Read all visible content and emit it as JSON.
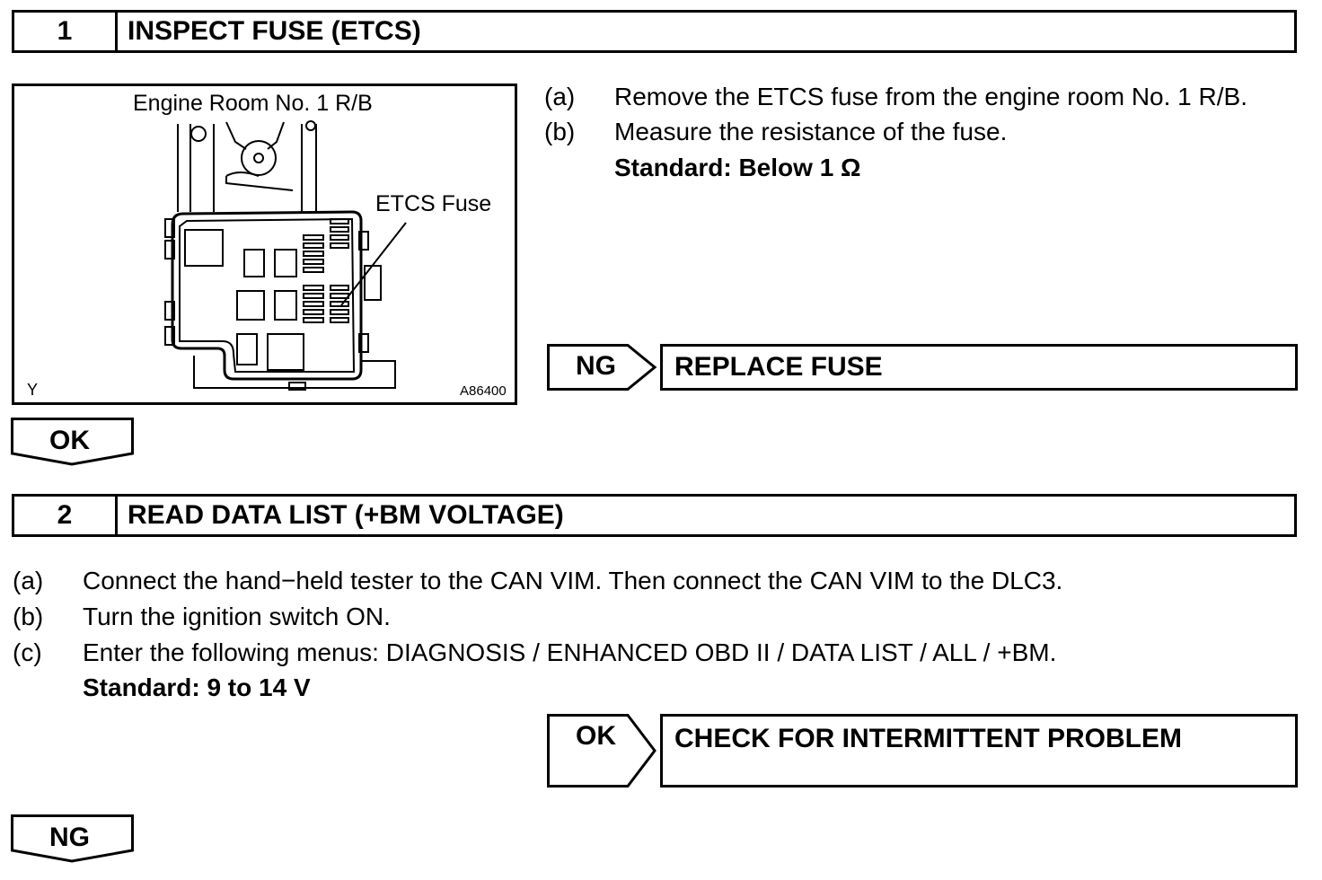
{
  "step1": {
    "number": "1",
    "title": "INSPECT FUSE (ETCS)",
    "figure": {
      "top_label": "Engine Room No. 1 R/B",
      "callout": "ETCS Fuse",
      "corner_left": "Y",
      "corner_right": "A86400"
    },
    "instructions": [
      {
        "marker": "(a)",
        "text": "Remove the ETCS fuse from the engine room No. 1 R/B."
      },
      {
        "marker": "(b)",
        "text": "Measure the resistance of the fuse."
      }
    ],
    "standard": "Standard: Below 1 Ω",
    "ng_label": "NG",
    "ng_result": "REPLACE FUSE",
    "ok_label": "OK"
  },
  "step2": {
    "number": "2",
    "title": "READ DATA LIST (+BM VOLTAGE)",
    "instructions": [
      {
        "marker": "(a)",
        "text": "Connect the hand−held tester to the CAN VIM. Then connect the CAN VIM to the DLC3."
      },
      {
        "marker": "(b)",
        "text": "Turn the ignition switch ON."
      },
      {
        "marker": "(c)",
        "text": "Enter the following menus: DIAGNOSIS / ENHANCED OBD II / DATA LIST / ALL / +BM."
      }
    ],
    "standard": "Standard: 9 to 14 V",
    "ok_label": "OK",
    "ok_result": "CHECK FOR INTERMITTENT PROBLEM",
    "ng_label": "NG"
  }
}
